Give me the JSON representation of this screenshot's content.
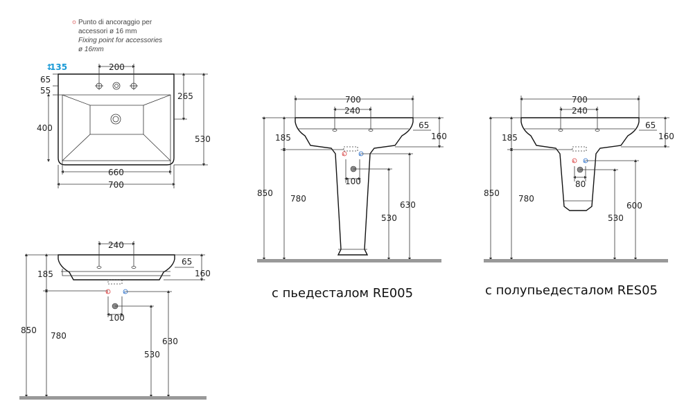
{
  "top_view": {
    "fixing_note": {
      "line1": "Punto di ancoraggio per",
      "line2": "accessori ø 16 mm",
      "line3": "Fixing point for accessories",
      "line4": "ø 16mm"
    },
    "dim_135": "135",
    "dim_200": "200",
    "dim_65": "65",
    "dim_55": "55",
    "dim_265": "265",
    "dim_400": "400",
    "dim_530": "530",
    "dim_660": "660",
    "dim_700": "700"
  },
  "front_view": {
    "dim_240": "240",
    "dim_65": "65",
    "dim_185": "185",
    "dim_160": "160",
    "dim_100": "100",
    "dim_850": "850",
    "dim_780": "780",
    "dim_630": "630",
    "dim_530": "530",
    "hot": "A",
    "cold": "A"
  },
  "pedestal_view": {
    "dim_700": "700",
    "dim_240": "240",
    "dim_65": "65",
    "dim_185": "185",
    "dim_160": "160",
    "dim_100": "100",
    "dim_850": "850",
    "dim_780": "780",
    "dim_630": "630",
    "dim_530": "530",
    "hot": "A",
    "cold": "A",
    "caption": "с пьедесталом RE005"
  },
  "semi_pedestal_view": {
    "dim_700": "700",
    "dim_240": "240",
    "dim_65": "65",
    "dim_185": "185",
    "dim_160": "160",
    "dim_80": "80",
    "dim_850": "850",
    "dim_780": "780",
    "dim_600": "600",
    "dim_530": "530",
    "hot": "A",
    "cold": "A",
    "caption": "с полупьедесталом RES05"
  },
  "colors": {
    "accent_blue": "#1a9ad6",
    "hot_red": "#d94040",
    "cold_blue": "#2a6fc9",
    "floor": "#999999"
  }
}
